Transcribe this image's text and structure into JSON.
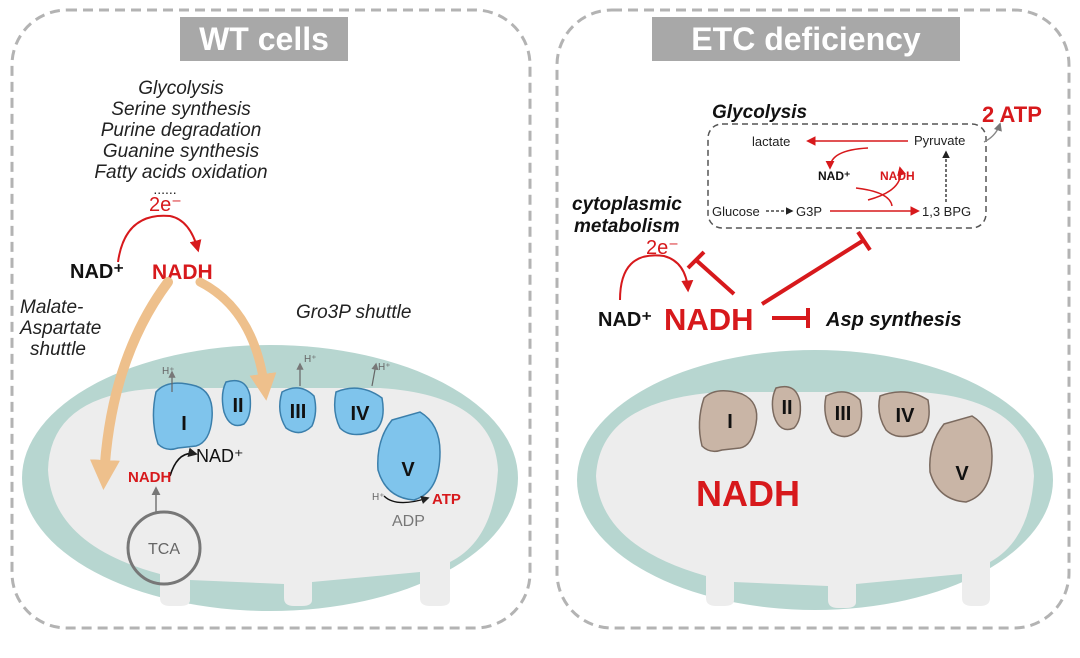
{
  "left_panel": {
    "title": "WT cells",
    "pathways": [
      "Glycolysis",
      "Serine synthesis",
      "Purine degradation",
      "Guanine synthesis",
      "Fatty acids oxidation",
      "......"
    ],
    "electrons": "2e⁻",
    "nad": "NAD⁺",
    "nadh": "NADH",
    "malate_shuttle": [
      "Malate-",
      "Aspartate",
      "shuttle"
    ],
    "gro3p_shuttle": "Gro3P shuttle",
    "complexes": [
      "I",
      "II",
      "III",
      "IV",
      "V"
    ],
    "proton": "H⁺",
    "matrix_nadh": "NADH",
    "matrix_nad": "NAD⁺",
    "tca": "TCA",
    "atp": "ATP",
    "adp": "ADP"
  },
  "right_panel": {
    "title": "ETC deficiency",
    "glycolysis": "Glycolysis",
    "atp_yield": "2 ATP",
    "lactate": "lactate",
    "pyruvate": "Pyruvate",
    "box_nad": "NAD⁺",
    "box_nadh": "NADH",
    "glucose": "Glucose",
    "g3p": "G3P",
    "bpg": "1,3 BPG",
    "cytoplasmic": [
      "cytoplasmic",
      "metabolism"
    ],
    "electrons": "2e⁻",
    "nad": "NAD⁺",
    "nadh": "NADH",
    "asp_synthesis": "Asp synthesis",
    "complexes": [
      "I",
      "II",
      "III",
      "IV",
      "V"
    ],
    "matrix_nadh": "NADH"
  },
  "colors": {
    "red": "#d7191c",
    "orange": "#eec08c",
    "blue": "#7fc4ec",
    "tan": "#c9b5a6",
    "mito_outer": "#b7d6d0",
    "mito_inner": "#ededed",
    "title_bg": "#a8a8a8"
  }
}
